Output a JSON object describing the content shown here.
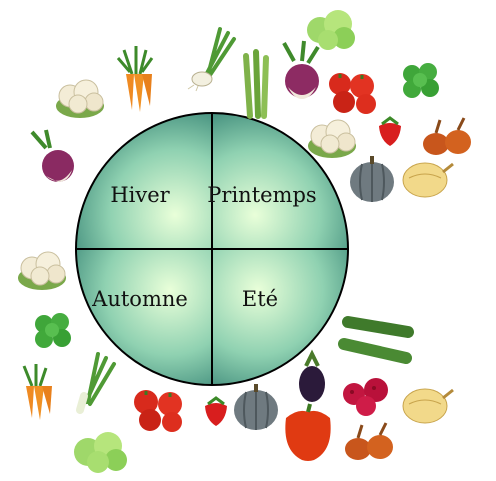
{
  "seasons": {
    "winter": "Hiver",
    "spring": "Printemps",
    "autumn": "Automne",
    "summer": "Eté"
  },
  "colors": {
    "disc_outer": "#0d5f58",
    "disc_mid": "#5fb39a",
    "disc_center": "#e9ffd9",
    "divider": "#000000"
  },
  "vegetables": [
    "cauliflower",
    "carrots",
    "spring-onion",
    "asparagus",
    "turnip",
    "lettuce",
    "tomatoes",
    "parsley",
    "cauliflower",
    "strawberry",
    "shallots",
    "turnip",
    "squash",
    "onion",
    "cauliflower",
    "parsley",
    "carrots",
    "leek",
    "lettuce",
    "zucchini",
    "eggplant",
    "raspberries",
    "onion",
    "tomatoes",
    "strawberry",
    "squash",
    "bell-pepper",
    "shallots"
  ]
}
